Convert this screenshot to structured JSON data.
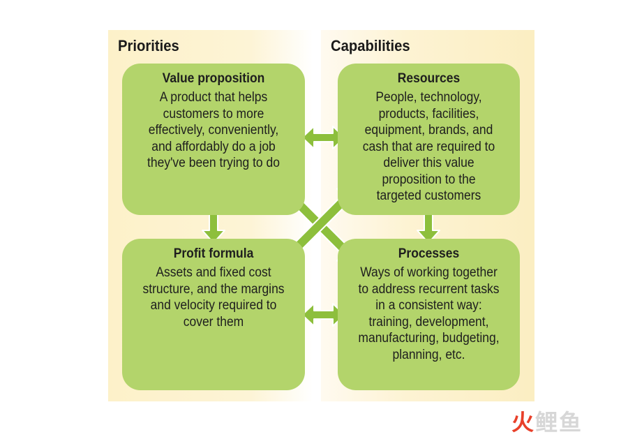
{
  "panels": {
    "left_title": "Priorities",
    "right_title": "Capabilities"
  },
  "boxes": {
    "value_proposition": {
      "title": "Value proposition",
      "lines": [
        "A product that helps",
        "customers to more",
        "effectively, conveniently,",
        "and affordably do a job",
        "they've been trying to do"
      ]
    },
    "resources": {
      "title": "Resources",
      "lines": [
        "People, technology,",
        "products, facilities,",
        "equipment, brands, and",
        "cash that are required to",
        "deliver this value",
        "proposition to the",
        "targeted customers"
      ]
    },
    "profit_formula": {
      "title": "Profit formula",
      "lines": [
        "Assets and fixed cost",
        "structure, and the margins",
        "and velocity required to",
        "cover them"
      ]
    },
    "processes": {
      "title": "Processes",
      "lines": [
        "Ways of working together",
        "to address recurrent tasks",
        "in a consistent way:",
        "training, development,",
        "manufacturing, budgeting,",
        "planning, etc."
      ]
    }
  },
  "colors": {
    "box": "#b3d46b",
    "arrow": "#8dbf3c",
    "arrow_stroke": "#ffffff"
  },
  "watermark": {
    "part1": "火",
    "part2": "鲤鱼"
  }
}
